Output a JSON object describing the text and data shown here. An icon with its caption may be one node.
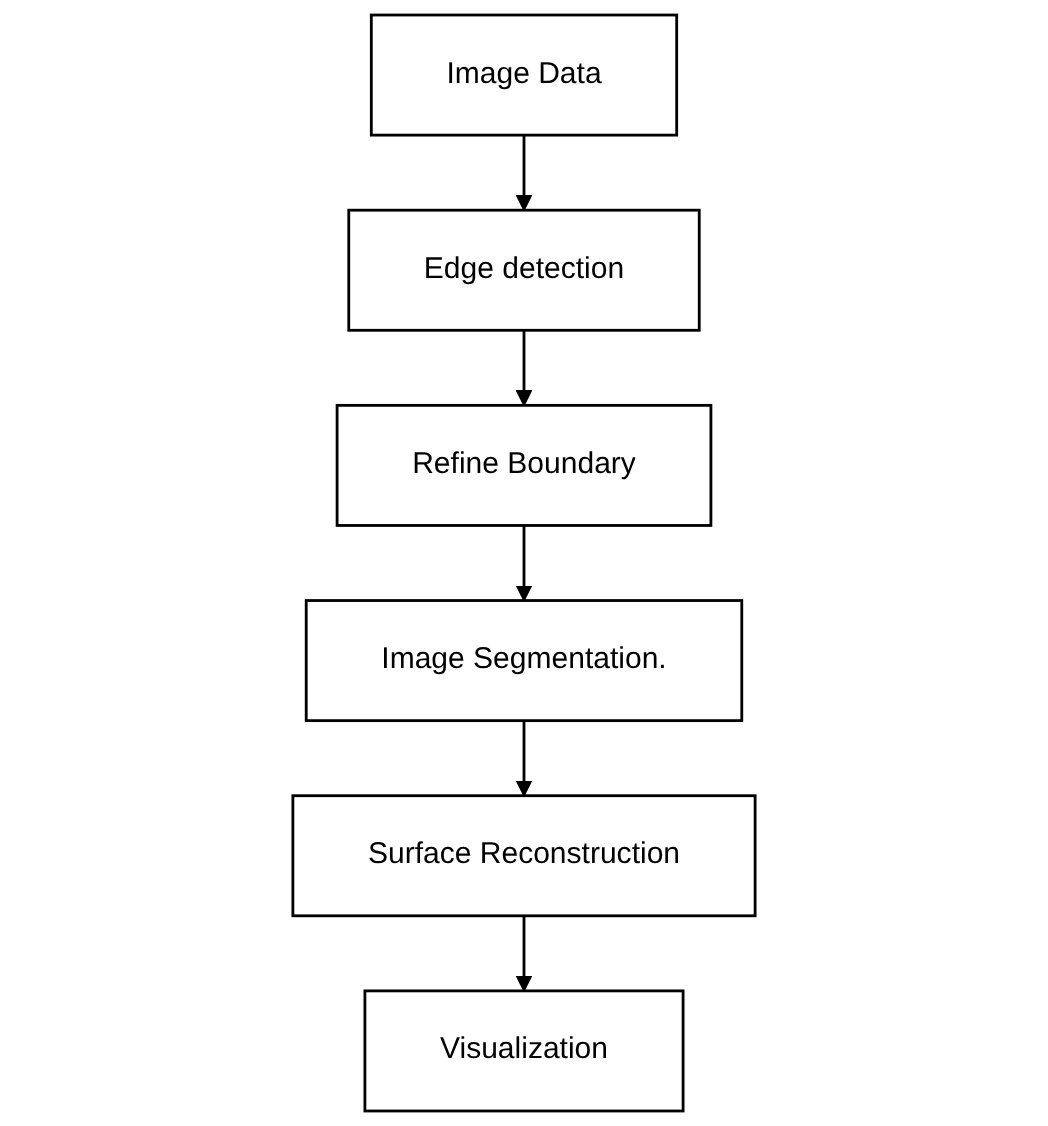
{
  "diagram": {
    "nodes": [
      {
        "text": [
          "Image Data"
        ]
      },
      {
        "text": [
          "Edge detection"
        ]
      },
      {
        "text": [
          "Refine Boundary"
        ]
      },
      {
        "text": [
          "Image Segmentation."
        ]
      },
      {
        "text": [
          "Surface Reconstruction"
        ]
      },
      {
        "text": [
          "Visualization"
        ]
      }
    ],
    "edges": [
      {
        "from": 0,
        "to": 1,
        "arrow": "to"
      },
      {
        "from": 1,
        "to": 2,
        "arrow": "to"
      },
      {
        "from": 2,
        "to": 3,
        "arrow": "to"
      },
      {
        "from": 3,
        "to": 4,
        "arrow": "to"
      },
      {
        "from": 4,
        "to": 5,
        "arrow": "to"
      }
    ]
  }
}
